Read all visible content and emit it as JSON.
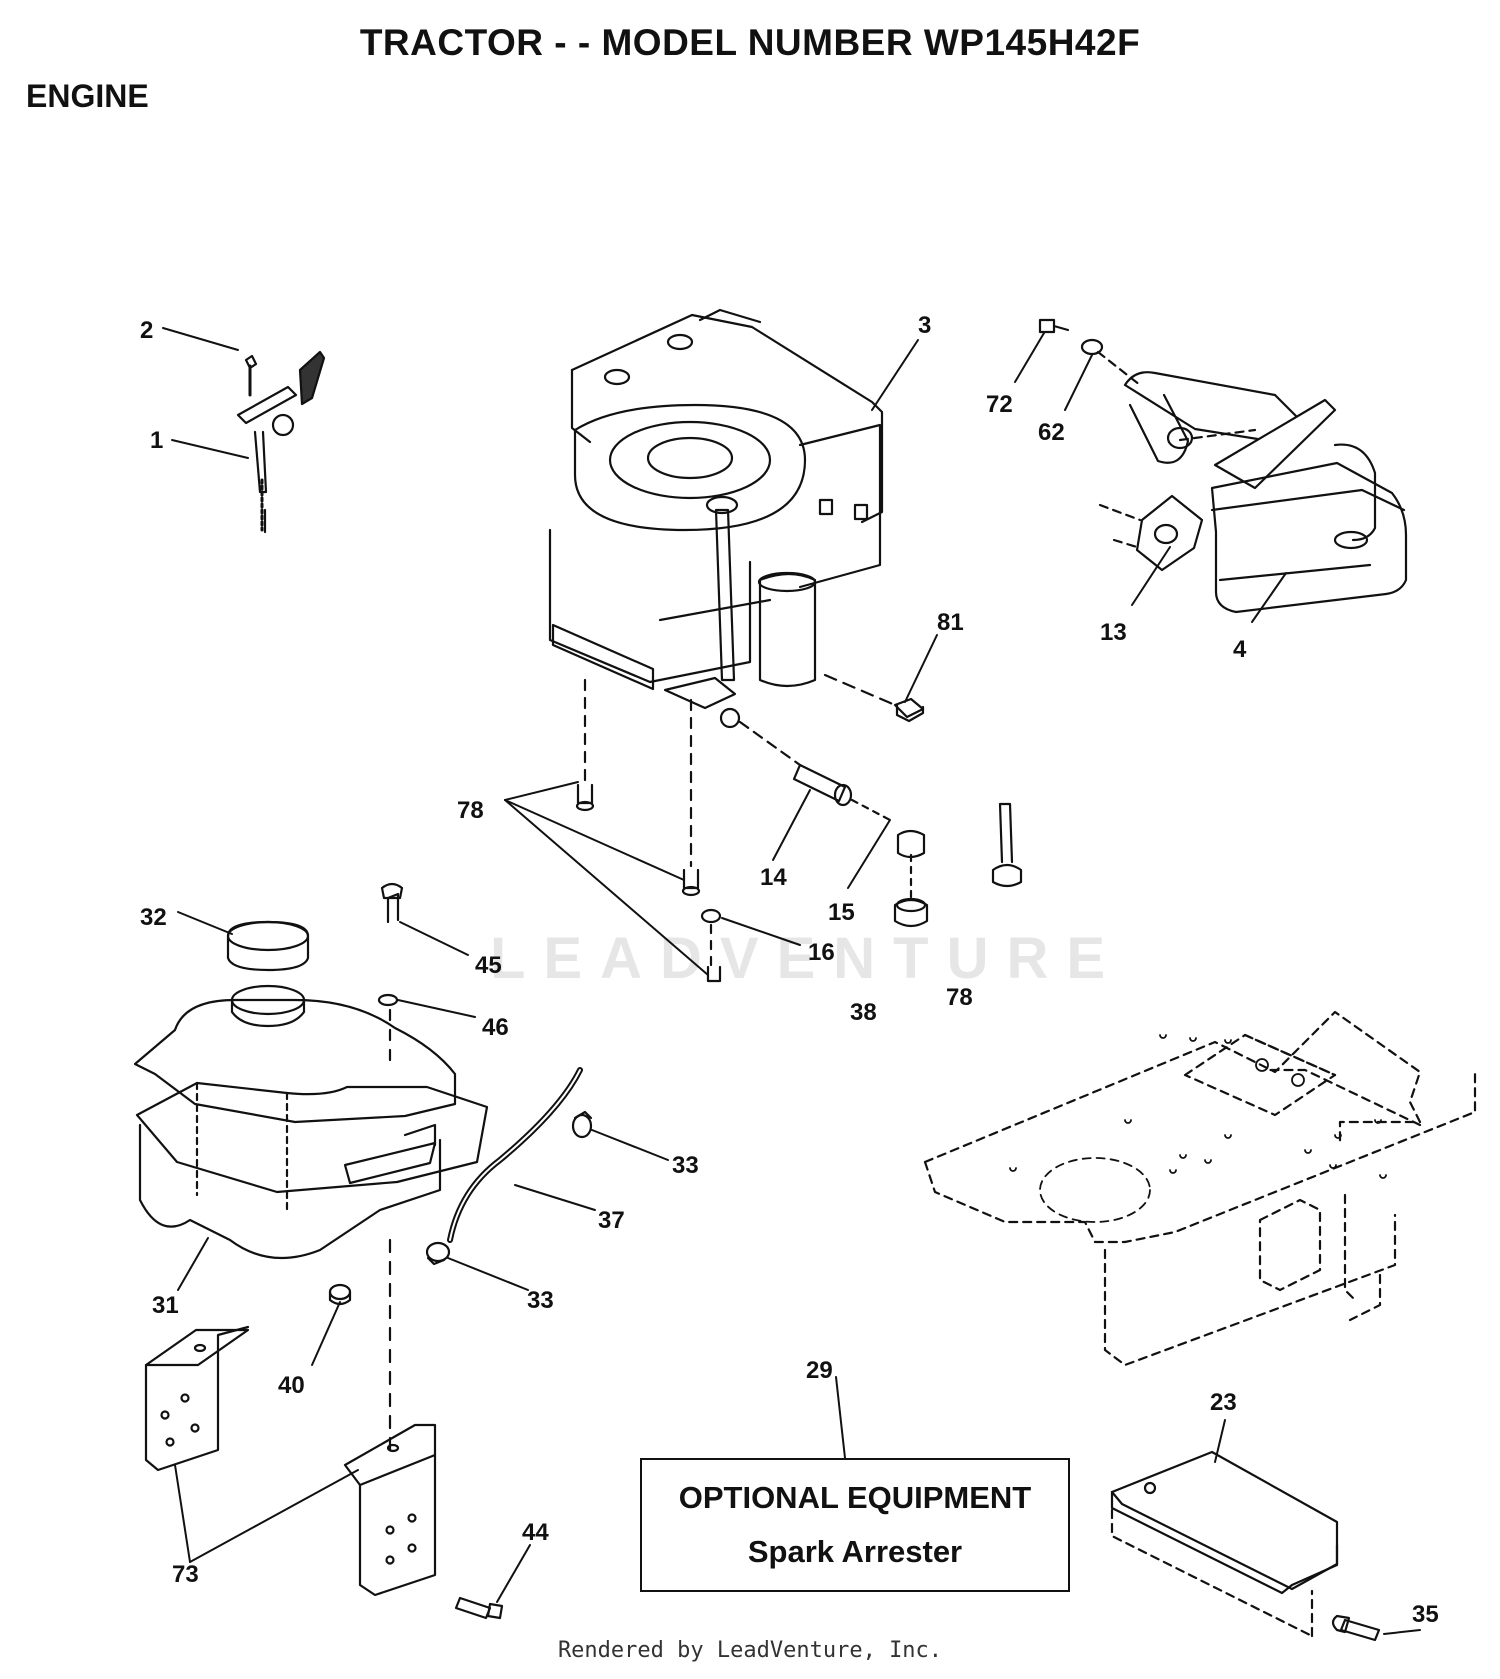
{
  "header": {
    "title": "TRACTOR - - MODEL NUMBER WP145H42F",
    "section": "ENGINE"
  },
  "watermark": "LEADVENTURE",
  "callouts": [
    {
      "id": "c2",
      "label": "2"
    },
    {
      "id": "c1",
      "label": "1"
    },
    {
      "id": "c3",
      "label": "3"
    },
    {
      "id": "c72",
      "label": "72"
    },
    {
      "id": "c62",
      "label": "62"
    },
    {
      "id": "c13",
      "label": "13"
    },
    {
      "id": "c4",
      "label": "4"
    },
    {
      "id": "c81",
      "label": "81"
    },
    {
      "id": "c78a",
      "label": "78"
    },
    {
      "id": "c14",
      "label": "14"
    },
    {
      "id": "c15",
      "label": "15"
    },
    {
      "id": "c16",
      "label": "16"
    },
    {
      "id": "c38",
      "label": "38"
    },
    {
      "id": "c78b",
      "label": "78"
    },
    {
      "id": "c32",
      "label": "32"
    },
    {
      "id": "c45",
      "label": "45"
    },
    {
      "id": "c46",
      "label": "46"
    },
    {
      "id": "c33a",
      "label": "33"
    },
    {
      "id": "c37",
      "label": "37"
    },
    {
      "id": "c33b",
      "label": "33"
    },
    {
      "id": "c31",
      "label": "31"
    },
    {
      "id": "c40",
      "label": "40"
    },
    {
      "id": "c29",
      "label": "29"
    },
    {
      "id": "c23",
      "label": "23"
    },
    {
      "id": "c73",
      "label": "73"
    },
    {
      "id": "c44",
      "label": "44"
    },
    {
      "id": "c35",
      "label": "35"
    }
  ],
  "optional_box": {
    "heading": "OPTIONAL EQUIPMENT",
    "item": "Spark Arrester"
  },
  "footer": "Rendered by LeadVenture, Inc."
}
